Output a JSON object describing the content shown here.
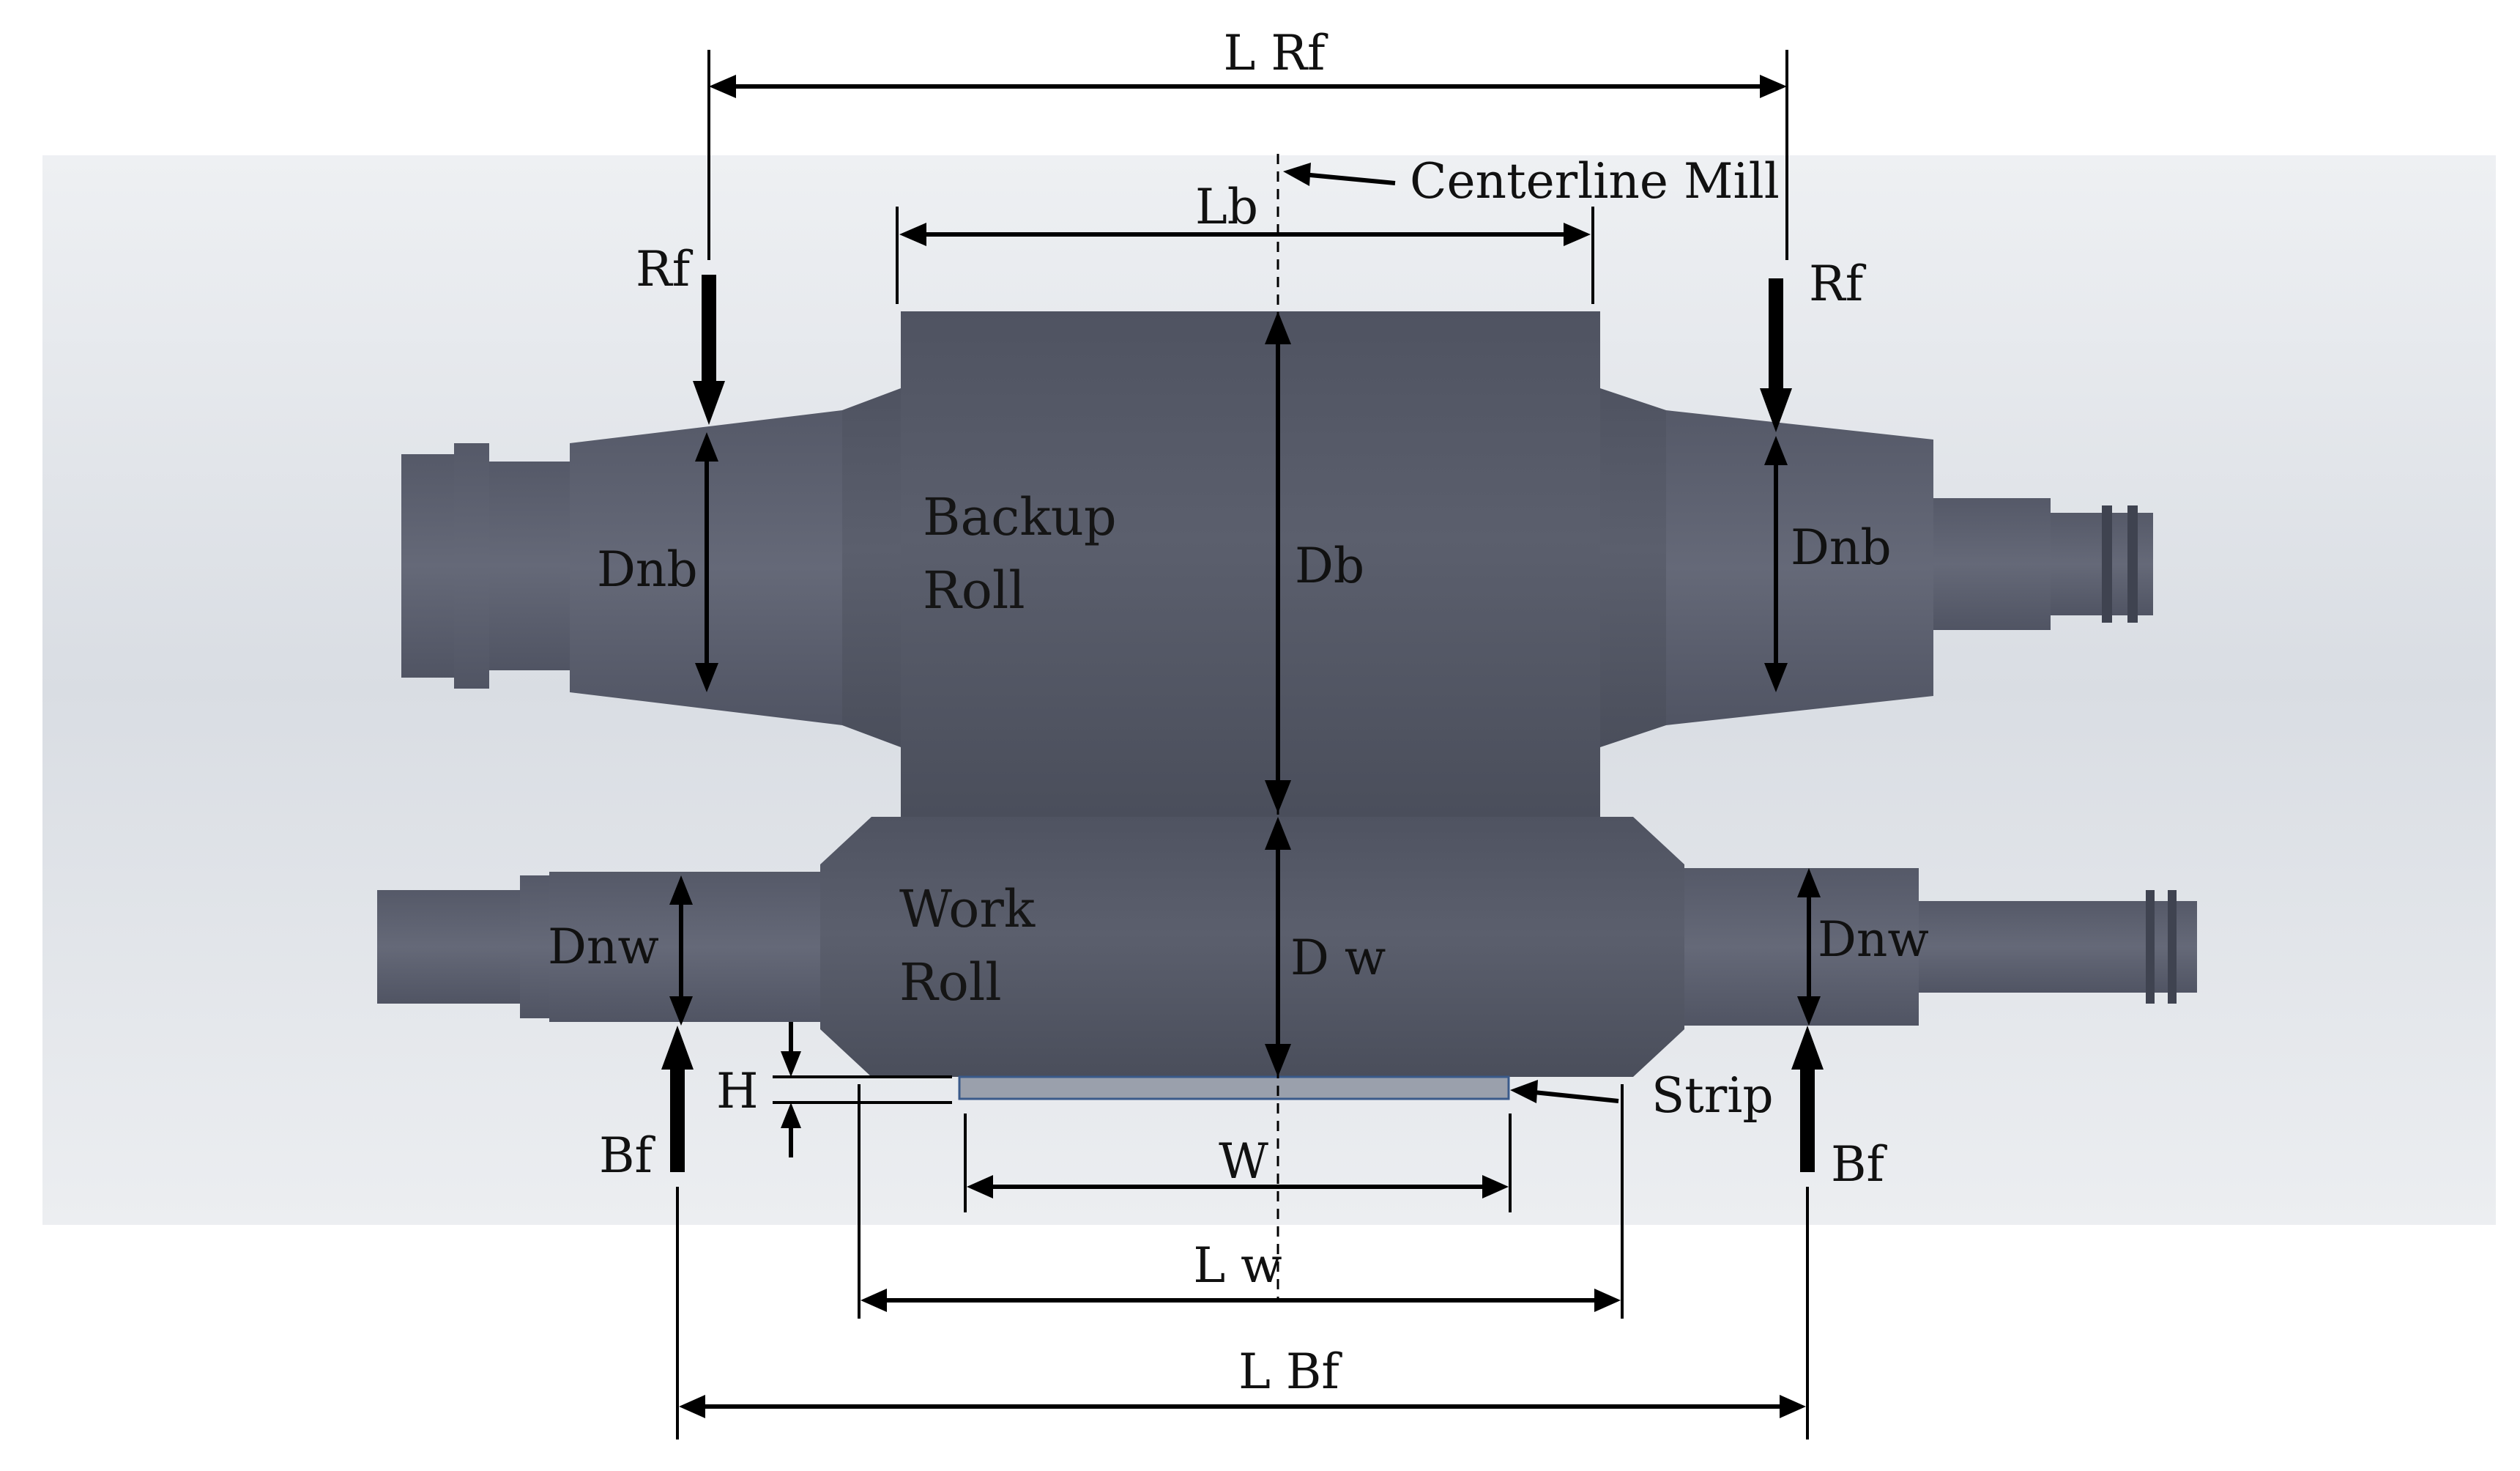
{
  "labels": {
    "lrf": "L Rf",
    "centerline": "Centerline Mill",
    "lb": "Lb",
    "rf_left": "Rf",
    "rf_right": "Rf",
    "dnb_left": "Dnb",
    "dnb_right": "Dnb",
    "backup_roll_line1": "Backup",
    "backup_roll_line2": "Roll",
    "db": "Db",
    "work_roll_line1": "Work",
    "work_roll_line2": "Roll",
    "dnw_left": "Dnw",
    "dnw_right": "Dnw",
    "dw": "D w",
    "h": "H",
    "strip": "Strip",
    "bf_left": "Bf",
    "bf_right": "Bf",
    "w": "W",
    "lw": "L w",
    "lbf": "L Bf"
  },
  "colors": {
    "roll_body": "#565a68",
    "roll_body_dark": "#474b58",
    "roll_neck": "#5b5f6d",
    "strip": "#9aa0ac",
    "background_band": "#e7eaef"
  }
}
